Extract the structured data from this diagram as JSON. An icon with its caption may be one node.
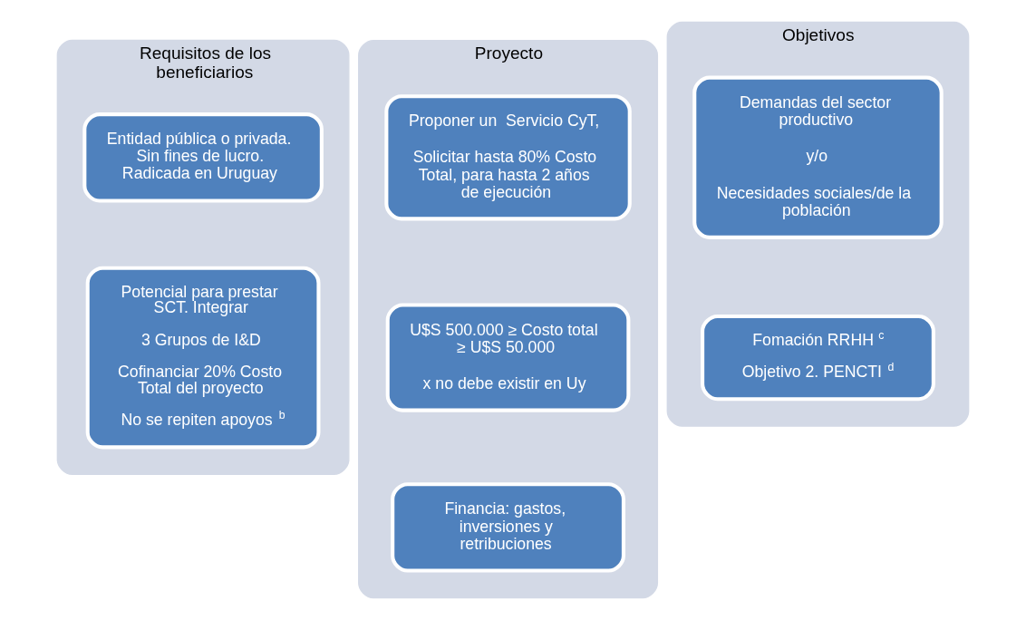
{
  "diagram": {
    "nodes": [
      {
        "text": [
          "Requisitos de los beneficiarios"
        ]
      },
      {
        "text": [
          "Entidad pública o privada. Sin fines de lucro. Radicada en Uruguay"
        ],
        "in": 0
      },
      {
        "text": [
          "Potencial para prestar SCT. Integrar",
          "3 Grupos de I&D",
          "Cofinanciar 20% Costo Total del proyecto",
          "No se repiten apoyos$^{b}$"
        ],
        "in": 0
      },
      {
        "text": [
          "Proyecto"
        ]
      },
      {
        "text": [
          "Proponer un  Servicio CyT,",
          "Solicitar hasta 80% Costo Total, para hasta 2 años de ejecución"
        ],
        "in": 3
      },
      {
        "text": [
          "U$S 500.000 ≥ Costo total ≥ U$S 50.000",
          "x no debe existir en Uy"
        ],
        "in": 3
      },
      {
        "text": [
          "Financia: gastos, inversiones y retribuciones"
        ],
        "in": 3
      },
      {
        "text": [
          "Objetivos"
        ]
      },
      {
        "text": [
          "Demandas del sector productivo",
          "y/o",
          "Necesidades sociales/de la población"
        ],
        "in": 7
      },
      {
        "text": [
          "Fomación RRHH$^{c}$",
          "Objetivo 2. PENCTI$^{d}$"
        ],
        "in": 7
      }
    ],
    "edges": []
  }
}
